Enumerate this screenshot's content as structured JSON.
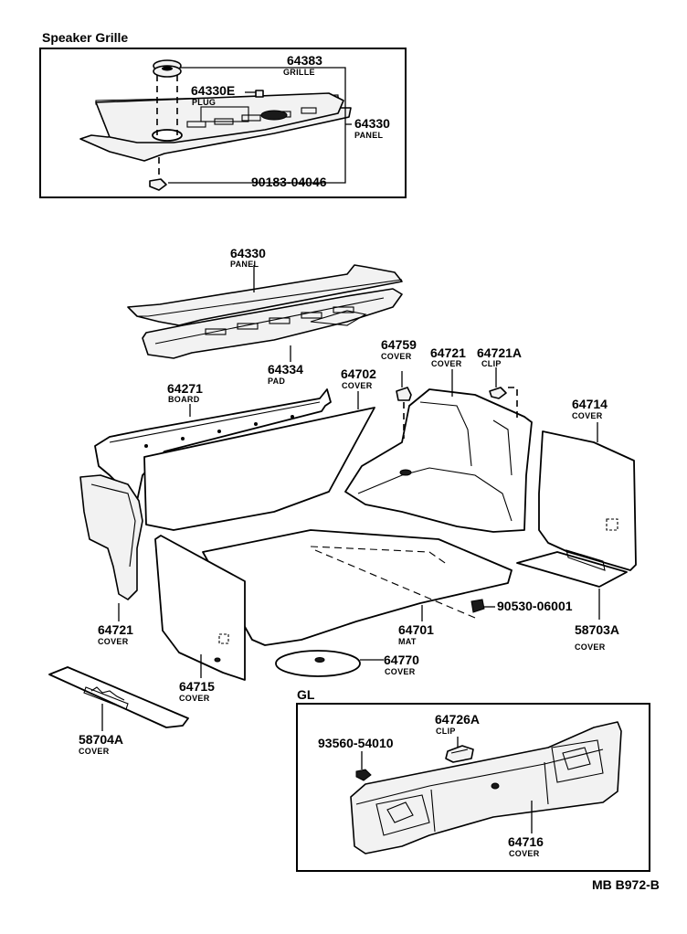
{
  "figure_code": "MB B972-B",
  "sections": {
    "speaker_grille": "Speaker Grille",
    "gl": "GL"
  },
  "parts": {
    "p64383": {
      "number": "64383",
      "name": "GRILLE"
    },
    "p64330E": {
      "number": "64330E",
      "name": "PLUG"
    },
    "p64330_inset": {
      "number": "64330",
      "name": "PANEL"
    },
    "p90183": {
      "number": "90183-04046"
    },
    "p64330_main": {
      "number": "64330",
      "name": "PANEL"
    },
    "p64334": {
      "number": "64334",
      "name": "PAD"
    },
    "p64759": {
      "number": "64759",
      "name": "COVER"
    },
    "p64721_r": {
      "number": "64721",
      "name": "COVER"
    },
    "p64721A": {
      "number": "64721A",
      "name": "CLIP"
    },
    "p64271": {
      "number": "64271",
      "name": "BOARD"
    },
    "p64702": {
      "number": "64702",
      "name": "COVER"
    },
    "p64714": {
      "number": "64714",
      "name": "COVER"
    },
    "p90530": {
      "number": "90530-06001"
    },
    "p58703A": {
      "number": "58703A",
      "name": "COVER"
    },
    "p64721_l": {
      "number": "64721",
      "name": "COVER"
    },
    "p64701": {
      "number": "64701",
      "name": "MAT"
    },
    "p64770": {
      "number": "64770",
      "name": "COVER"
    },
    "p64715": {
      "number": "64715",
      "name": "COVER"
    },
    "p58704A": {
      "number": "58704A",
      "name": "COVER"
    },
    "p64726A": {
      "number": "64726A",
      "name": "CLIP"
    },
    "p93560": {
      "number": "93560-54010"
    },
    "p64716": {
      "number": "64716",
      "name": "COVER"
    }
  }
}
